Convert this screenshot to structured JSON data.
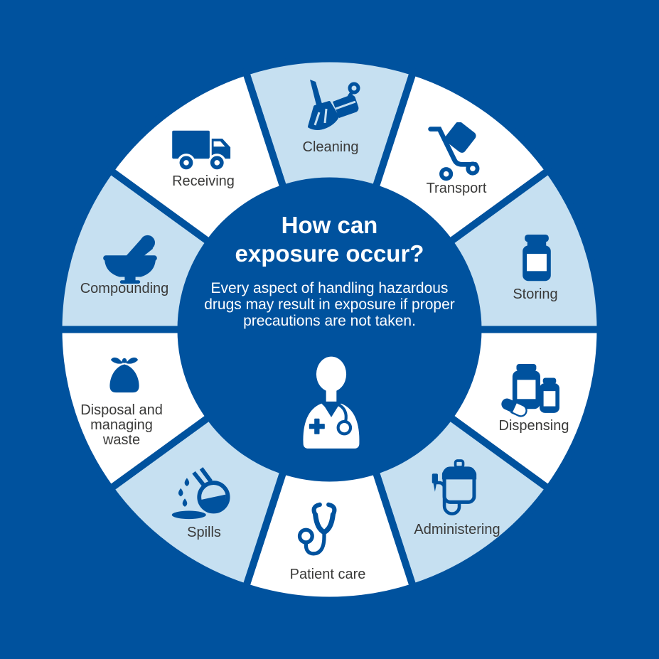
{
  "infographic": {
    "center": {
      "title_lines": [
        "How can",
        "exposure occur?"
      ],
      "body": "Every aspect of handling hazardous drugs may result in exposure if proper precautions are not taken.",
      "figure": "healthcare-worker"
    },
    "segments": [
      {
        "label": "Cleaning",
        "tone": "light",
        "icon": "broom-and-dustpan"
      },
      {
        "label": "Transport",
        "tone": "white",
        "icon": "hand-truck"
      },
      {
        "label": "Storing",
        "tone": "light",
        "icon": "medicine-jar"
      },
      {
        "label": "Dispensing",
        "tone": "white",
        "icon": "pill-bottles-and-capsule"
      },
      {
        "label": "Administering",
        "tone": "light",
        "icon": "iv-bag"
      },
      {
        "label": "Patient care",
        "tone": "white",
        "icon": "stethoscope"
      },
      {
        "label": "Spills",
        "tone": "light",
        "icon": "spilled-flask"
      },
      {
        "label": "Disposal and managing waste",
        "tone": "white",
        "icon": "waste-bag"
      },
      {
        "label": "Compounding",
        "tone": "light",
        "icon": "mortar-and-pestle"
      },
      {
        "label": "Receiving",
        "tone": "white",
        "icon": "delivery-truck"
      }
    ]
  },
  "colors": {
    "background": "#00529E",
    "segment_light": "#C6E0F1",
    "segment_white": "#FFFFFF",
    "divider": "#00529E",
    "icon": "#00529E",
    "center_circle": "#00529E",
    "label_text": "#3A3A39",
    "center_text": "#FFFFFF"
  }
}
